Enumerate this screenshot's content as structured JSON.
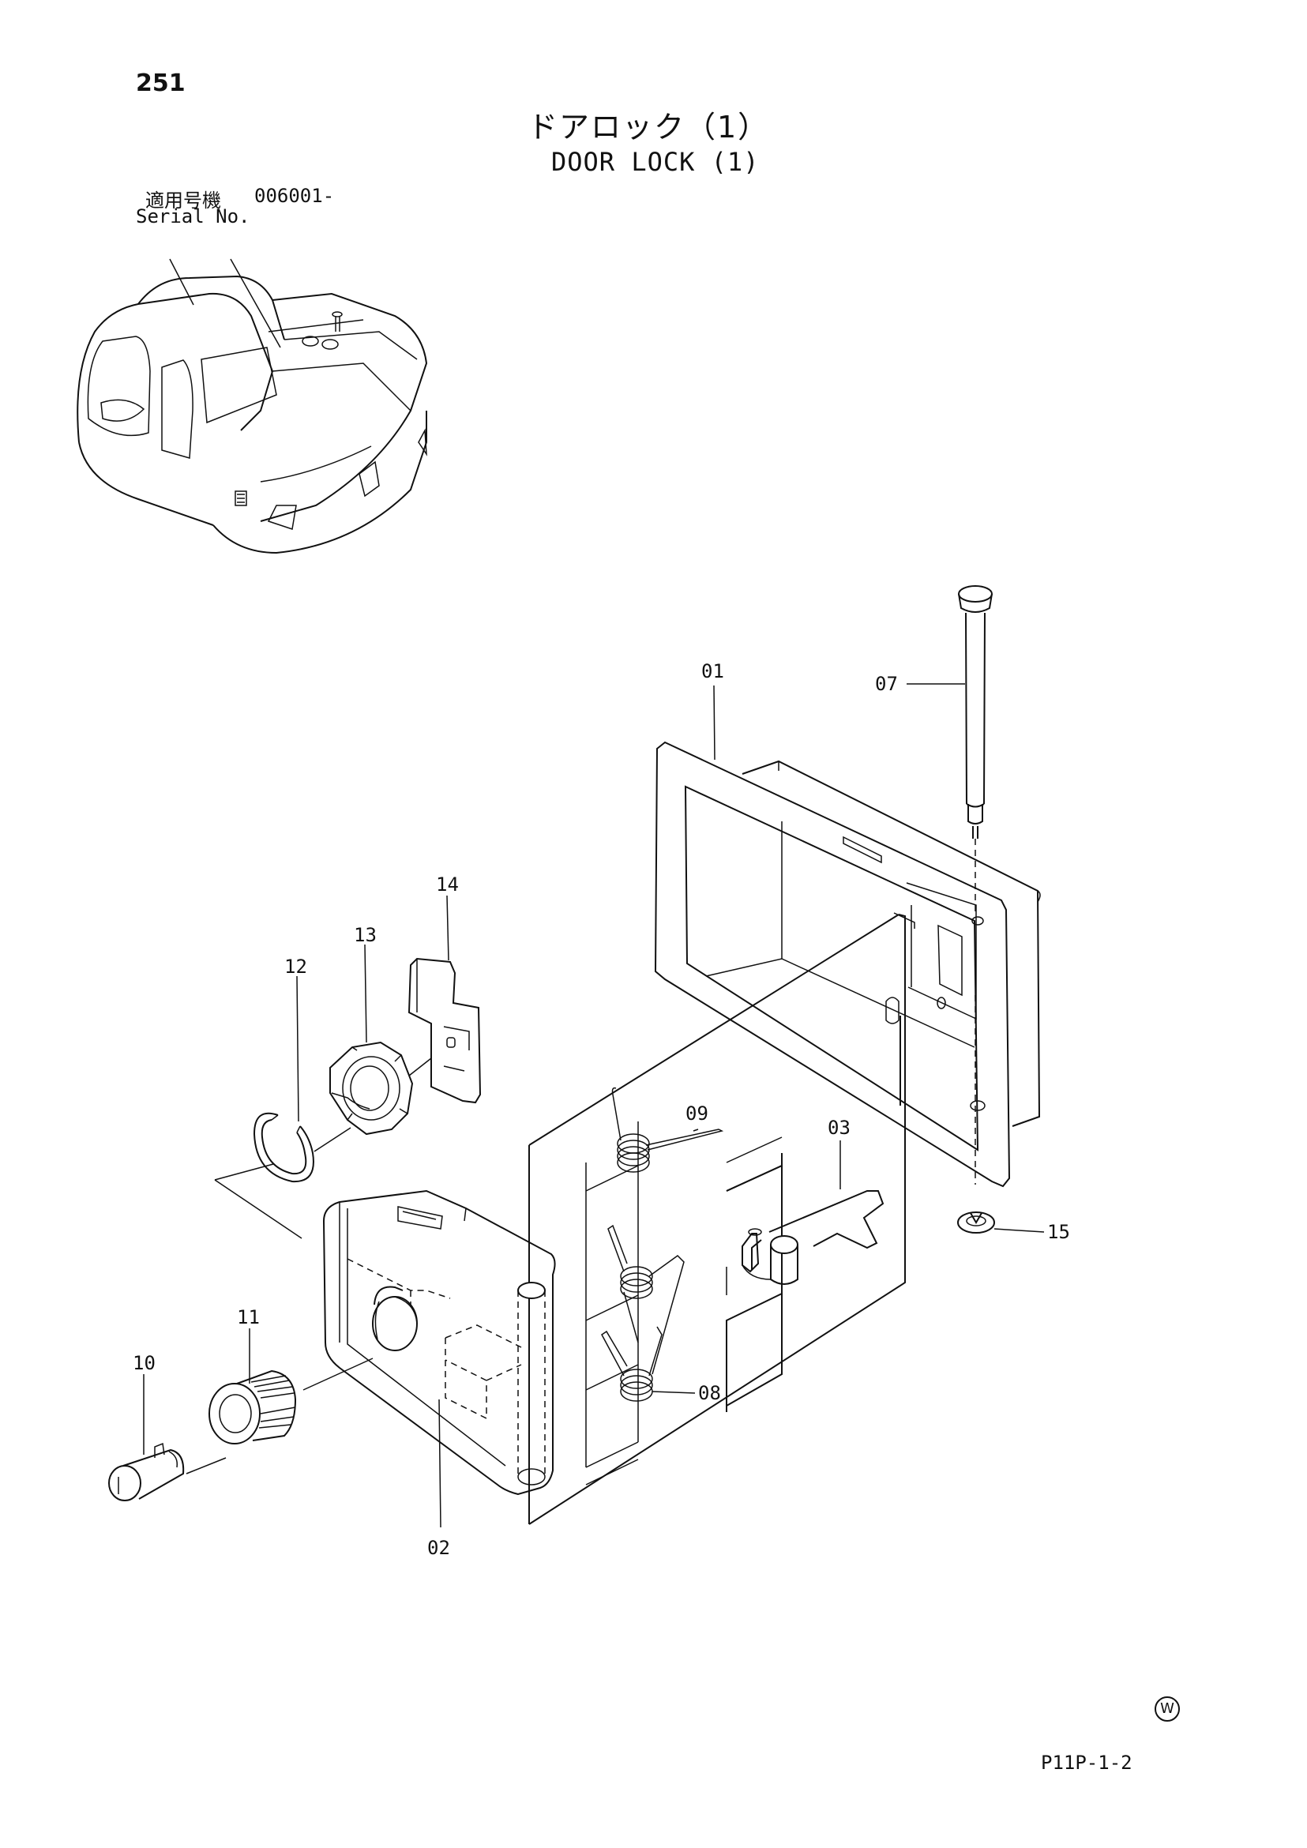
{
  "page": {
    "number": "251",
    "title_jp": "ドアロック（1）",
    "title_en": "DOOR LOCK (1)",
    "serial_label_jp": "適用号機",
    "serial_range": "006001-",
    "serial_label_en": "Serial No.",
    "page_code": "P11P-1-2",
    "w_mark": "W"
  },
  "callouts": {
    "p01": "01",
    "p02": "02",
    "p03": "03",
    "p07": "07",
    "p08": "08",
    "p09": "09",
    "p10": "10",
    "p11": "11",
    "p12": "12",
    "p13": "13",
    "p14": "14",
    "p15": "15"
  }
}
